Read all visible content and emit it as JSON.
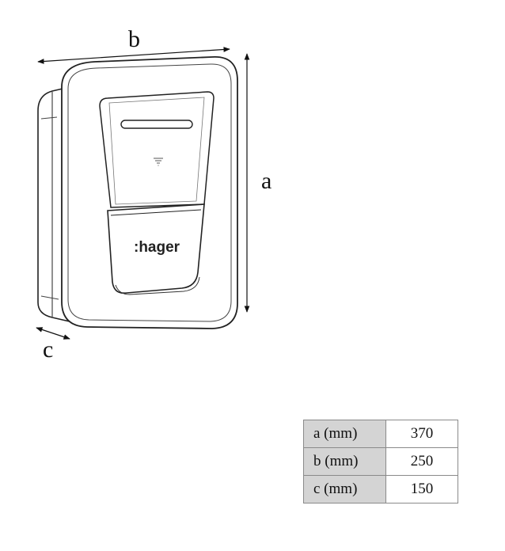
{
  "dimension_labels": {
    "a": "a",
    "b": "b",
    "c": "c"
  },
  "device": {
    "brand": ":hager"
  },
  "dimensions_table": [
    {
      "label": "a (mm)",
      "value": "370"
    },
    {
      "label": "b (mm)",
      "value": "250"
    },
    {
      "label": "c (mm)",
      "value": "150"
    }
  ]
}
